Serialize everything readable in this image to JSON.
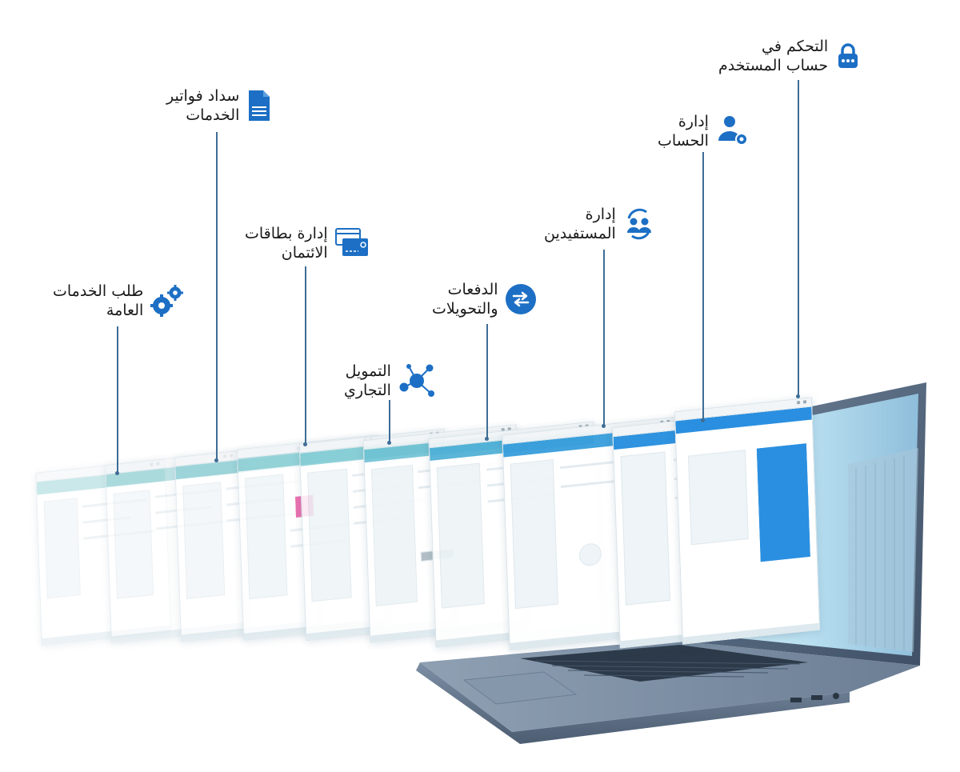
{
  "features": [
    {
      "id": "user-account-control",
      "lines": [
        "التحكم في",
        "حساب المستخدم"
      ],
      "icon": "lock-icon",
      "color": "#1c6fc4"
    },
    {
      "id": "utility-bill-payment",
      "lines": [
        "سداد فواتير",
        "الخدمات"
      ],
      "icon": "document-icon",
      "color": "#1c6fc4"
    },
    {
      "id": "account-management",
      "lines": [
        "إدارة",
        "الحساب"
      ],
      "icon": "user-gear-icon",
      "color": "#1c6fc4"
    },
    {
      "id": "beneficiary-management",
      "lines": [
        "إدارة",
        "المستفيدين"
      ],
      "icon": "users-sync-icon",
      "color": "#1c6fc4"
    },
    {
      "id": "credit-card-management",
      "lines": [
        "إدارة بطاقات",
        "الائتمان"
      ],
      "icon": "credit-card-icon",
      "color": "#1c6fc4"
    },
    {
      "id": "general-services-request",
      "lines": [
        "طلب الخدمات",
        "العامة"
      ],
      "icon": "gears-icon",
      "color": "#1c6fc4"
    },
    {
      "id": "payments-transfers",
      "lines": [
        "الدفعات",
        "والتحويلات"
      ],
      "icon": "transfer-arrows-icon",
      "color": "#1c6fc4"
    },
    {
      "id": "trade-finance",
      "lines": [
        "التمويل",
        "التجاري"
      ],
      "icon": "network-nodes-icon",
      "color": "#1c6fc4"
    }
  ],
  "colors": {
    "accent": "#1c6fc4",
    "leader": "#3e6d95",
    "teal": "#8fd3d6",
    "laptop_body": "#5a6f86"
  }
}
